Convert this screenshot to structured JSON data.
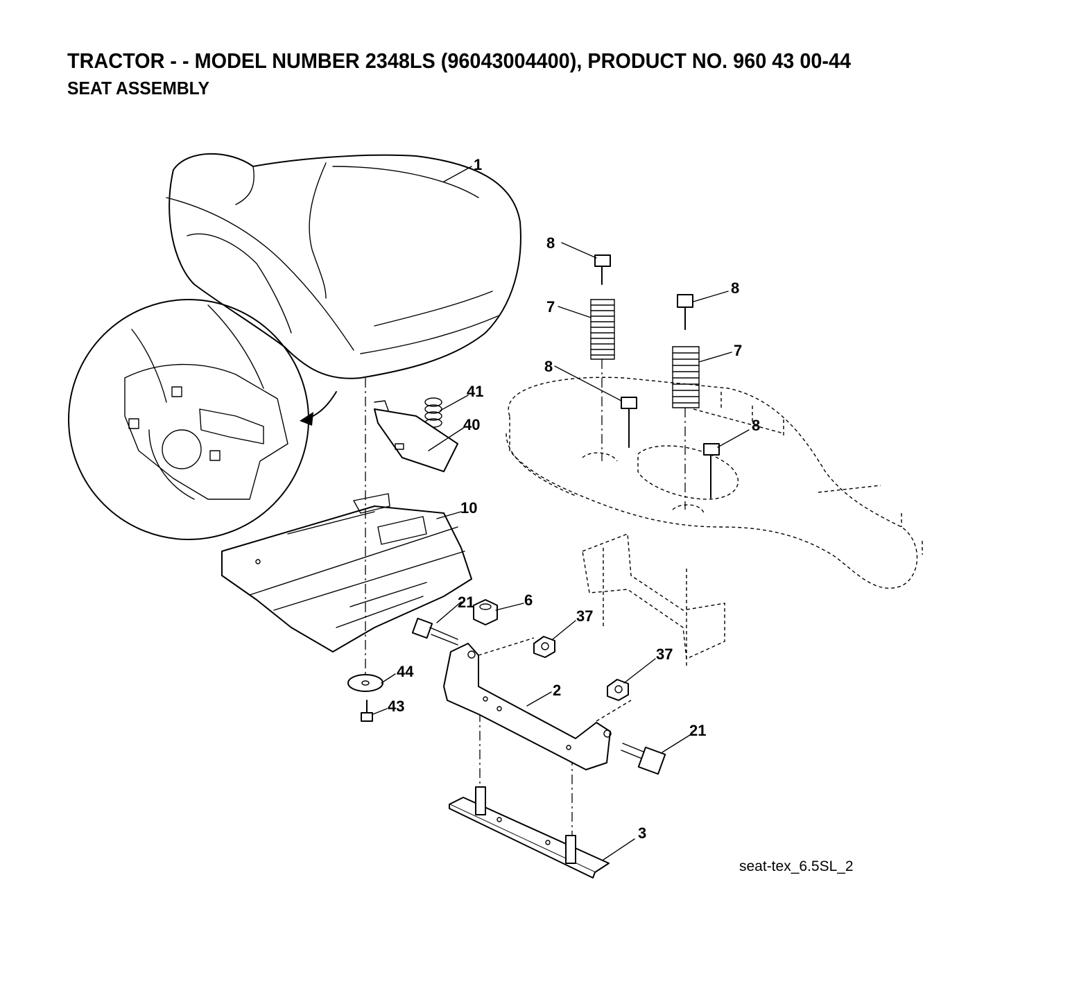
{
  "header": {
    "title": "TRACTOR - - MODEL NUMBER 2348LS (96043004400), PRODUCT NO. 960 43 00-44",
    "subtitle": "SEAT ASSEMBLY"
  },
  "figure_id": "seat-tex_6.5SL_2",
  "callouts": {
    "c1": "1",
    "c8a": "8",
    "c8b": "8",
    "c8c": "8",
    "c8d": "8",
    "c7a": "7",
    "c7b": "7",
    "c41": "41",
    "c40": "40",
    "c10": "10",
    "c21a": "21",
    "c6": "6",
    "c37a": "37",
    "c37b": "37",
    "c44": "44",
    "c43": "43",
    "c2": "2",
    "c21b": "21",
    "c3": "3"
  }
}
